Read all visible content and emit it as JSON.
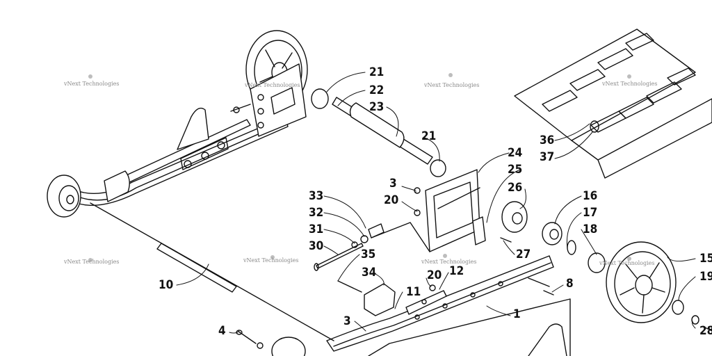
{
  "watermark": "vNext Technologies",
  "callouts": {
    "c1": "1",
    "c3a": "3",
    "c3b": "3",
    "c4": "4",
    "c8": "8",
    "c10": "10",
    "c11": "11",
    "c12": "12",
    "c15": "15",
    "c16": "16",
    "c17": "17",
    "c18": "18",
    "c19": "19",
    "c20a": "20",
    "c20b": "20",
    "c21a": "21",
    "c21b": "21",
    "c22": "22",
    "c23": "23",
    "c24": "24",
    "c25": "25",
    "c26": "26",
    "c27": "27",
    "c28": "28",
    "c30": "30",
    "c31": "31",
    "c32": "32",
    "c33": "33",
    "c34": "34",
    "c35": "35",
    "c36": "36",
    "c37": "37"
  },
  "colors": {
    "line": "#111111",
    "label": "#111111",
    "watermark": "#8a8a8a"
  }
}
